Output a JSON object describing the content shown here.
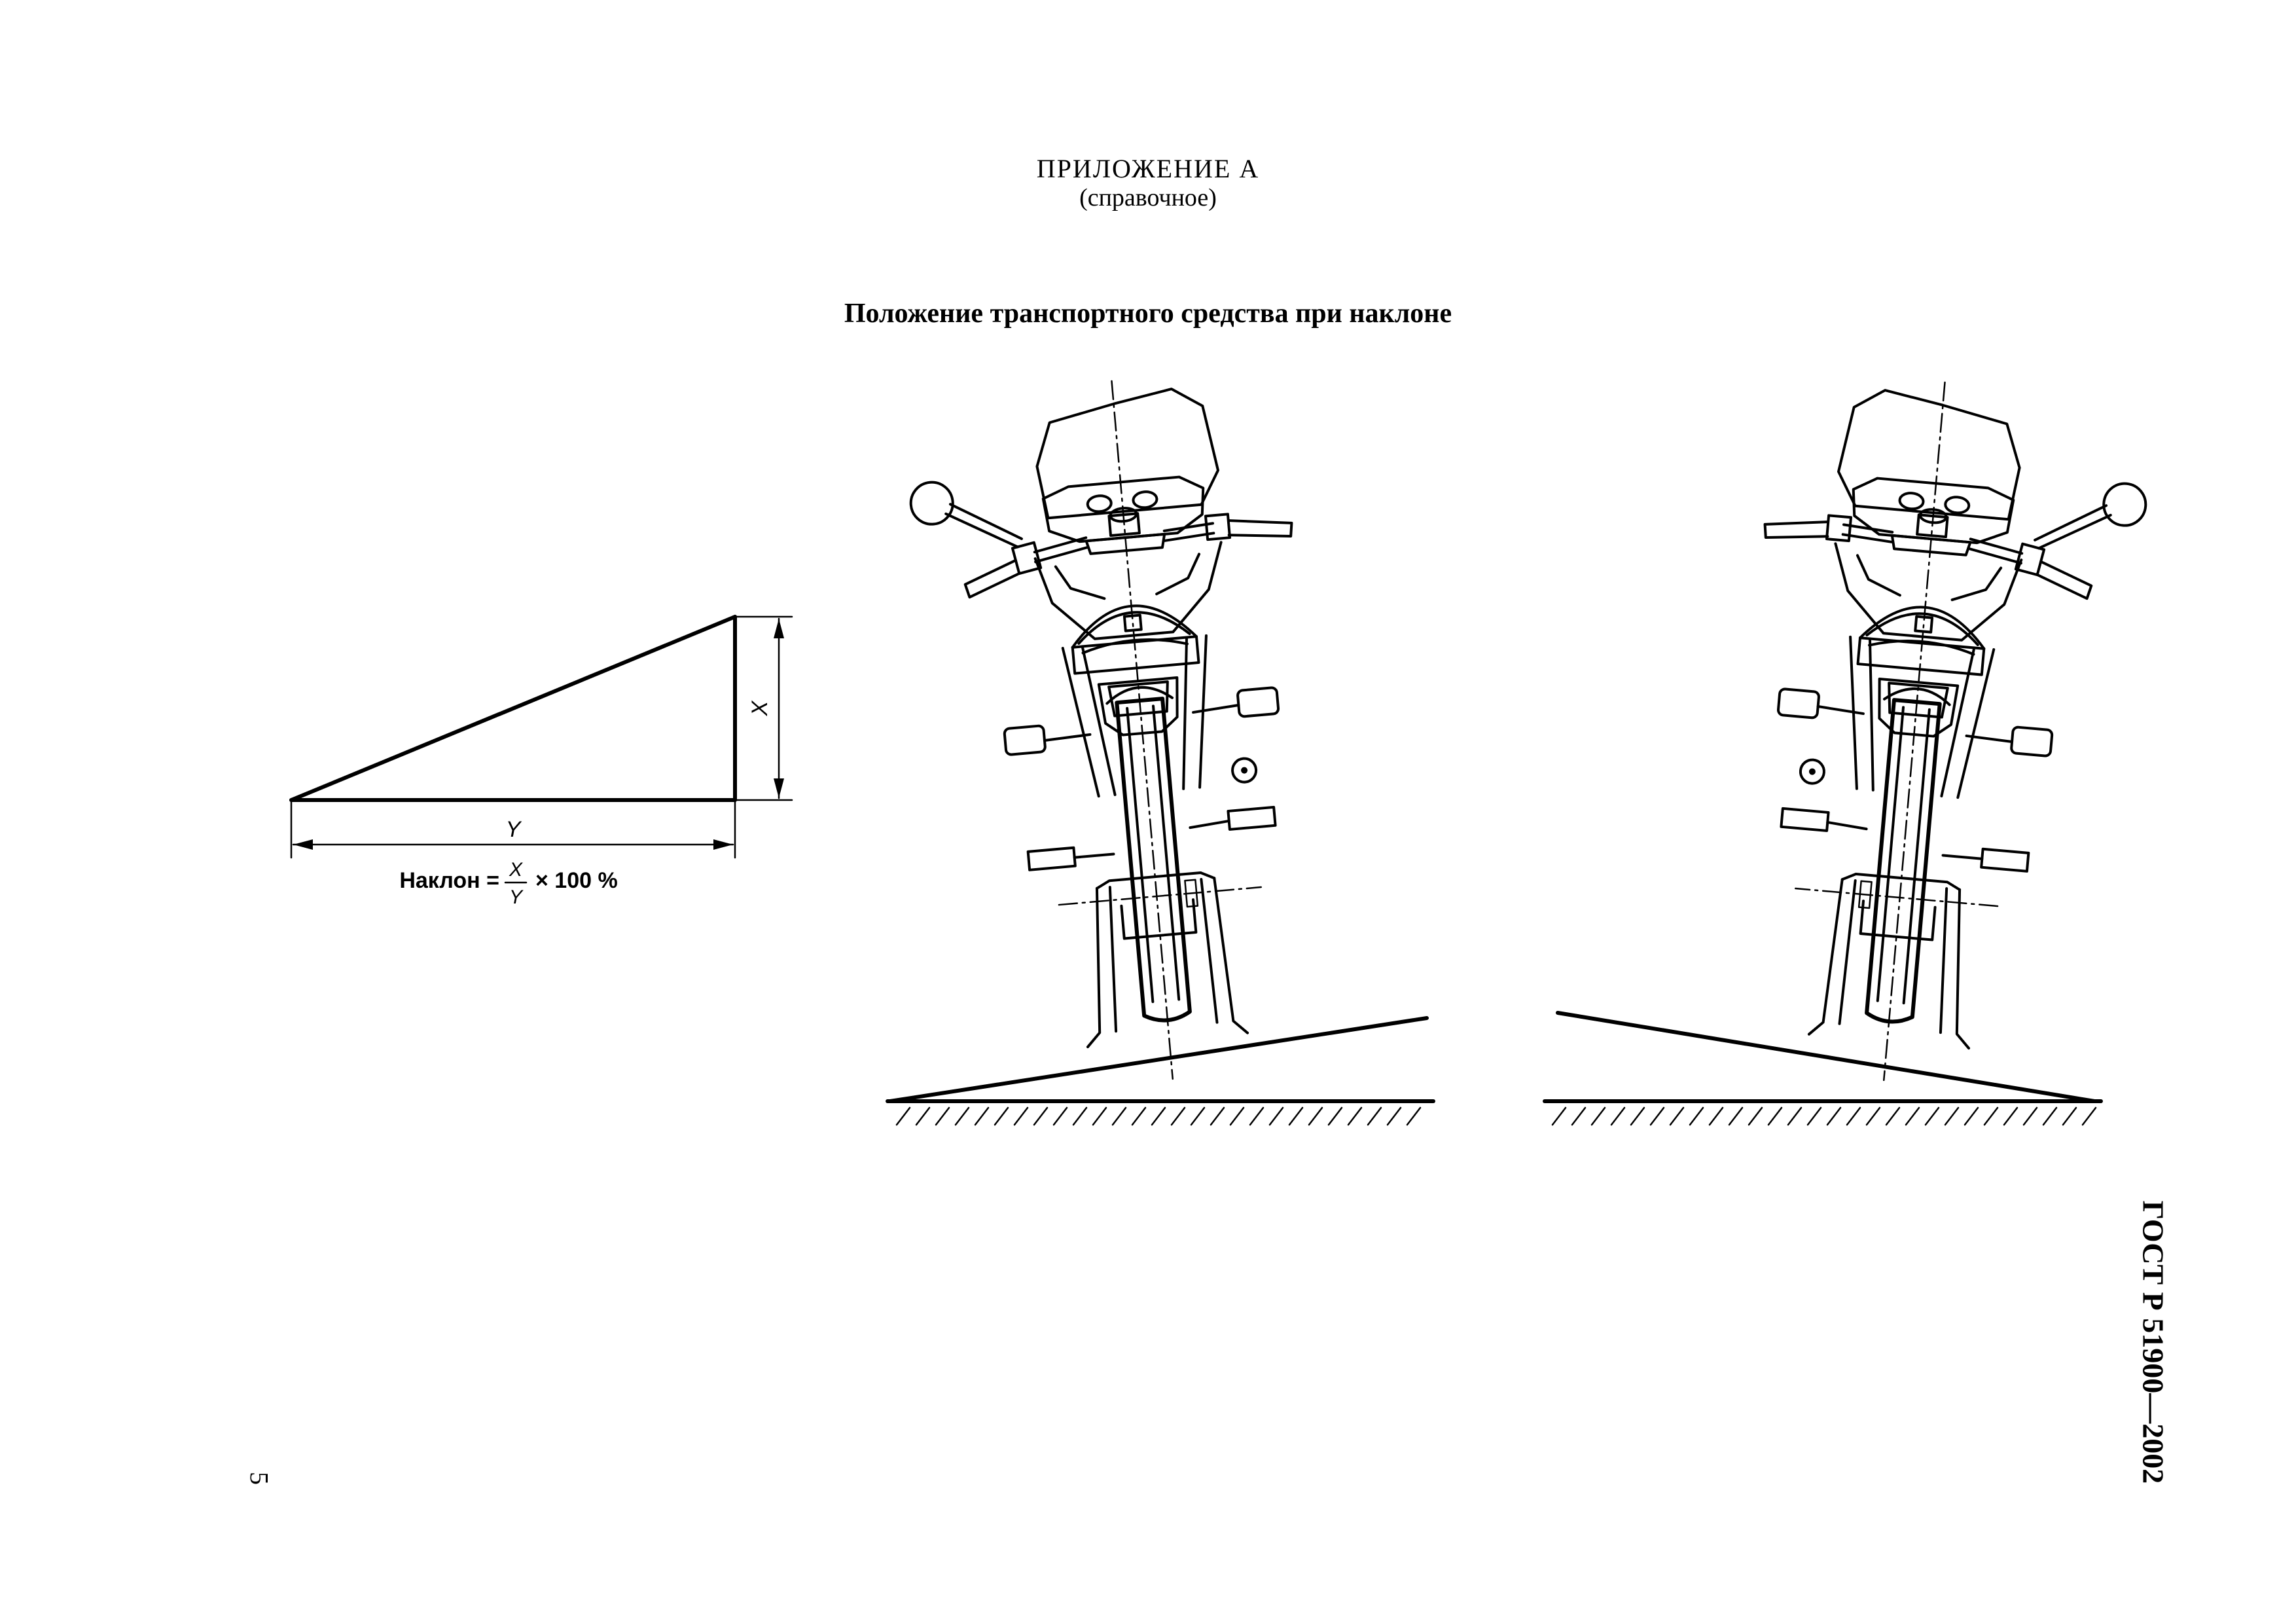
{
  "header": {
    "annex_title": "ПРИЛОЖЕНИЕ А",
    "annex_subtitle": "(справочное)",
    "figure_title": "Положение транспортного средства при наклоне"
  },
  "slope_diagram": {
    "label_x": "X",
    "label_y": "Y",
    "formula_prefix": "Наклон =",
    "formula_numerator": "X",
    "formula_denominator": "Y",
    "formula_suffix": "× 100 %"
  },
  "footer": {
    "document_code": "ГОСТ Р 51900—2002",
    "page_number": "5"
  }
}
